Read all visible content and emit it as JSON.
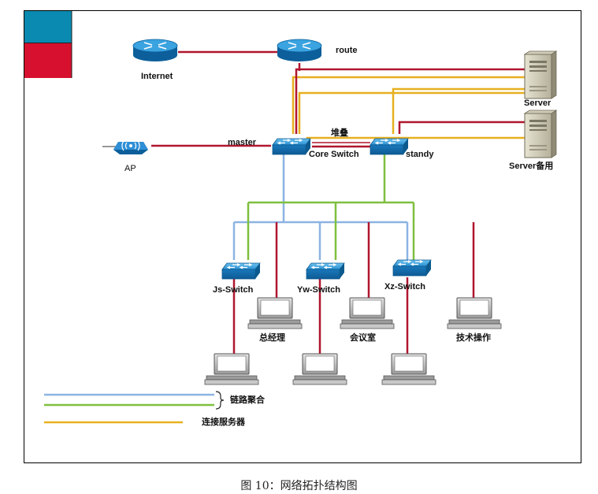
{
  "colors": {
    "red_link": "#b0162f",
    "blue_link": "#8cb4e2",
    "green_link": "#7fbf3f",
    "yellow_link": "#e8b020",
    "device_blue": "#1e7fc4",
    "corner_blue": "#0a8ab0",
    "corner_red": "#d6102e"
  },
  "labels": {
    "internet": "Internet",
    "route": "route",
    "server": "Server",
    "server_backup": "Server备用",
    "ap": "AP",
    "master": "master",
    "stack": "堆叠",
    "core_switch": "Core Switch",
    "standy": "standy",
    "js_switch": "Js-Switch",
    "yw_switch": "Yw-Switch",
    "xz_switch": "Xz-Switch",
    "general_manager": "总经理",
    "meeting_room": "会议室",
    "tech_ops": "技术操作"
  },
  "legend": {
    "link_aggregation": "链路聚合",
    "server_connection": "连接服务器"
  },
  "caption": "图 10：网络拓扑结构图",
  "icons": [
    "router-icon",
    "switch-icon",
    "server-icon",
    "access-point-icon",
    "computer-icon"
  ]
}
